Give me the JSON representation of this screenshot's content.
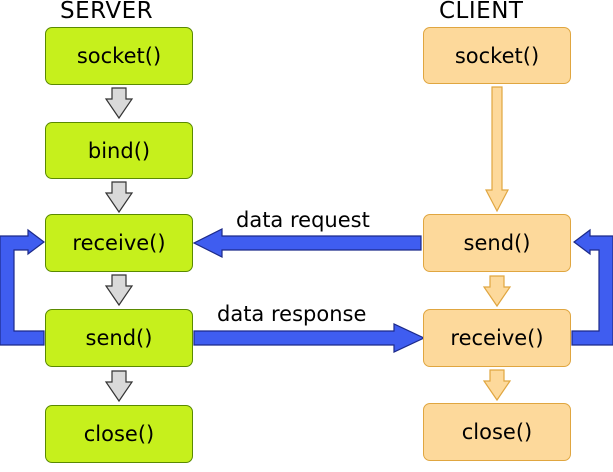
{
  "columns": {
    "server": {
      "title": "SERVER",
      "steps": [
        "socket()",
        "bind()",
        "receive()",
        "send()",
        "close()"
      ]
    },
    "client": {
      "title": "CLIENT",
      "steps": [
        "socket()",
        "send()",
        "receive()",
        "close()"
      ]
    }
  },
  "messages": {
    "request": "data request",
    "response": "data response"
  },
  "colors": {
    "server_fill": "#c6f01c",
    "server_border": "#5a8a00",
    "client_fill": "#fdd99b",
    "client_border": "#e0a640",
    "message_arrow": "#3f5df0",
    "server_flow_arrow": "#d9d9d9",
    "client_flow_arrow": "#fdd99b"
  }
}
